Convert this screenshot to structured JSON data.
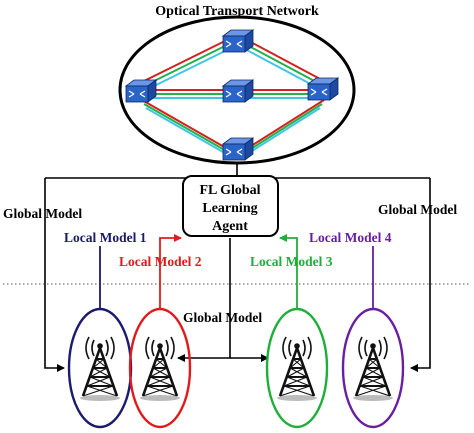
{
  "title": "Optical Transport Network",
  "agent": {
    "line1": "FL Global",
    "line2": "Learning",
    "line3": "Agent"
  },
  "global_model_left": "Global Model",
  "global_model_right": "Global Model",
  "global_model_center": "Global Model",
  "local_models": [
    {
      "label": "Local Model 1",
      "color": "#1a1a6e"
    },
    {
      "label": "Local Model 2",
      "color": "#e01b1b"
    },
    {
      "label": "Local Model 3",
      "color": "#1fae3a"
    },
    {
      "label": "Local Model 4",
      "color": "#6a1fa0"
    }
  ],
  "colors": {
    "router_fill": "#2b64c8",
    "link_red": "#d62020",
    "link_green": "#22b24a",
    "link_cyan": "#3fc6e6",
    "arrow_red": "#e01b1b",
    "arrow_green": "#1fae3a"
  },
  "icons": {
    "router": "optical-router-icon",
    "tower": "cell-tower-icon"
  }
}
